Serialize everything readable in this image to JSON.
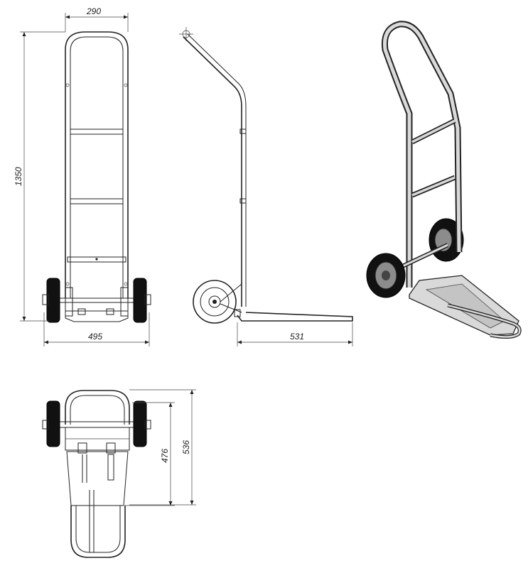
{
  "dimensions": {
    "front_width_top": "290",
    "front_height": "1350",
    "front_width_bottom": "495",
    "side_nose_length": "531",
    "top_length_inner": "476",
    "top_length_outer": "536"
  },
  "colors": {
    "line": "#222222",
    "tire": "#111111",
    "iso_fill": "#d9d9d9",
    "iso_dark": "#8c8c8c"
  }
}
